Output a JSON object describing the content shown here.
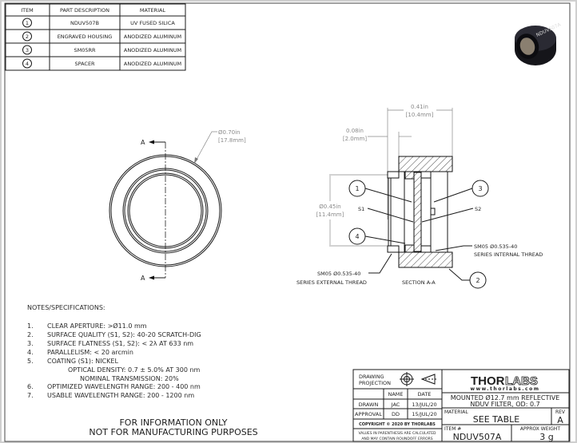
{
  "parts_table": {
    "headers": [
      "ITEM",
      "PART DESCRIPTION",
      "MATERIAL"
    ],
    "rows": [
      {
        "item": "1",
        "description": "NDUV507B",
        "material": "UV FUSED SILICA"
      },
      {
        "item": "2",
        "description": "ENGRAVED HOUSING",
        "material": "ANODIZED ALUMINUM"
      },
      {
        "item": "3",
        "description": "SM05RR",
        "material": "ANODIZED ALUMINUM"
      },
      {
        "item": "4",
        "description": "SPACER",
        "material": "ANODIZED ALUMINUM"
      }
    ]
  },
  "product_photo": {
    "engraving": "NDUV507A"
  },
  "front_view": {
    "section_label": "A",
    "diameter_in": "Ø0.70in",
    "diameter_mm": "[17.8mm]"
  },
  "section_view": {
    "width_in": "0.41in",
    "width_mm": "[10.4mm]",
    "thread_in": "0.08in",
    "thread_mm": "[2.0mm]",
    "aperture_in": "Ø0.45in",
    "aperture_mm": "[11.4mm]",
    "callouts": [
      "1",
      "2",
      "3",
      "4"
    ],
    "s1": "S1",
    "s2": "S2",
    "internal_thread_1": "SM05 Ø0.535-40",
    "internal_thread_2": "SERIES INTERNAL THREAD",
    "external_thread_1": "SM05 Ø0.535-40",
    "external_thread_2": "SERIES EXTERNAL THREAD",
    "title": "SECTION A-A"
  },
  "notes": {
    "heading": "NOTES/SPECIFICATIONS:",
    "items": [
      {
        "num": "1.",
        "text": "CLEAR APERTURE: >Ø11.0 mm"
      },
      {
        "num": "2.",
        "text": "SURFACE QUALITY (S1, S2): 40-20 SCRATCH-DIG"
      },
      {
        "num": "3.",
        "text": "SURFACE FLATNESS (S1, S2): < 2λ AT 633 nm"
      },
      {
        "num": "4.",
        "text": "PARALLELISM: < 20 arcmin"
      },
      {
        "num": "5.",
        "text": "COATING (S1): NICKEL"
      },
      {
        "num": "",
        "text": "OPTICAL DENSITY: 0.7 ± 5.0% AT 300 nm"
      },
      {
        "num": "",
        "text": "NOMINAL TRANSMISSION: 20%"
      },
      {
        "num": "6.",
        "text": "OPTIMIZED WAVELENGTH RANGE: 200 - 400 nm"
      },
      {
        "num": "7.",
        "text": "USABLE WAVELENGTH RANGE: 200 - 1200 nm"
      }
    ]
  },
  "disclaimer": {
    "line1": "FOR INFORMATION ONLY",
    "line2": "NOT FOR MANUFACTURING PURPOSES"
  },
  "title_block": {
    "projection_1": "DRAWING",
    "projection_2": "PROJECTION",
    "name_header": "NAME",
    "date_header": "DATE",
    "drawn_label": "DRAWN",
    "drawn_name": "JAC",
    "drawn_date": "13/JUL/20",
    "approval_label": "APPROVAL",
    "approval_name": "DD",
    "approval_date": "15/JUL/20",
    "copyright": "COPYRIGHT © 2020 BY THORLABS",
    "values_note_1": "VALUES IN PARENTHESIS ARE CALCULATED",
    "values_note_2": "AND MAY CONTAIN ROUNDOFF ERRORS",
    "logo_thor": "THOR",
    "logo_labs": "LABS",
    "website": "www.thorlabs.com",
    "description_1": "MOUNTED Ø12.7 mm REFLECTIVE",
    "description_2": "NDUV FILTER, OD: 0.7",
    "material_label": "MATERIAL",
    "material_value": "SEE TABLE",
    "rev_label": "REV",
    "rev_value": "A",
    "item_label": "ITEM #",
    "item_value": "NDUV507A",
    "weight_label": "APPROX WEIGHT",
    "weight_value": "3 g"
  }
}
